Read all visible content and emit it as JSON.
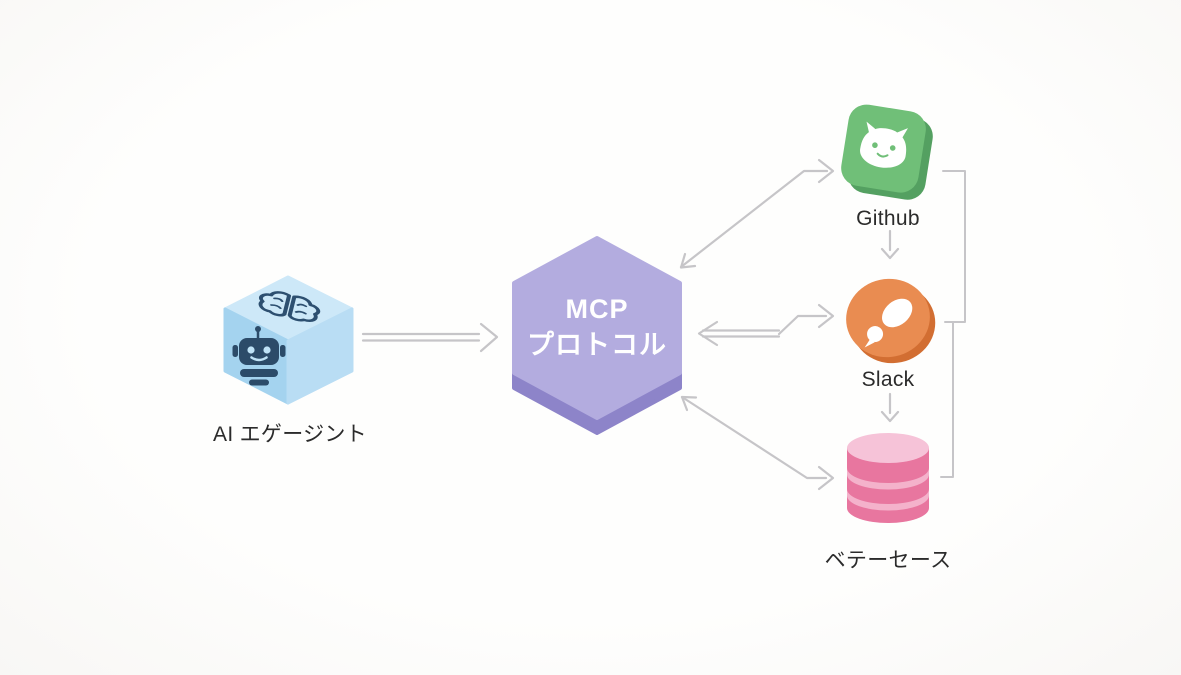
{
  "diagram": {
    "title_implicit": "MCP architecture diagram",
    "background_color": "#fdfcfb",
    "arrow_color": "#c6c5c8",
    "label_color": "#2b2b2b",
    "nodes": {
      "ai_agent": {
        "label": "AI エゲージント",
        "shape": "isometric-cube",
        "cube_top_color": "#cde8f8",
        "cube_left_color": "#a4d3ef",
        "cube_right_color": "#b9ddf4",
        "glyph_color": "#2c4b69",
        "icons": [
          "brain-icon",
          "robot-icon"
        ]
      },
      "mcp": {
        "line1": "MCP",
        "line2": "プロトコル",
        "shape": "hexagon-tile",
        "fill": "#b3acdf",
        "rim": "#8d84c9",
        "text_color": "#ffffff"
      },
      "github": {
        "label": "Github",
        "shape": "rounded-square-tile",
        "fill": "#70bf78",
        "rim": "#54a061",
        "glyph": "octocat",
        "glyph_color": "#ffffff"
      },
      "slack": {
        "label": "Slack",
        "shape": "disc",
        "fill": "#e98c51",
        "rim": "#d26e32",
        "glyph_color": "#ffffff"
      },
      "database": {
        "label": "ベテーセース",
        "shape": "cylinder-stack",
        "band_color": "#e8769f",
        "gap_color": "#f4b2cb",
        "top_color": "#f6c3d8"
      }
    },
    "connections": [
      {
        "from": "ai_agent",
        "to": "mcp",
        "style": "double-line",
        "arrowheads": [
          "end"
        ]
      },
      {
        "from": "mcp",
        "to": "github",
        "style": "single-line",
        "arrowheads": [
          "start",
          "end"
        ]
      },
      {
        "from": "mcp",
        "to": "slack",
        "style": "double-line",
        "arrowheads": [
          "start",
          "end"
        ]
      },
      {
        "from": "mcp",
        "to": "database",
        "style": "single-line",
        "arrowheads": [
          "start",
          "end"
        ]
      },
      {
        "from": "github",
        "to": "slack",
        "style": "single-line",
        "arrowheads": [
          "end"
        ]
      },
      {
        "from": "slack",
        "to": "database",
        "style": "single-line",
        "arrowheads": [
          "end"
        ]
      },
      {
        "from": "github",
        "to": "slack",
        "style": "right-bracket",
        "arrowheads": []
      },
      {
        "from": "slack",
        "to": "database",
        "style": "right-bracket",
        "arrowheads": []
      }
    ]
  }
}
